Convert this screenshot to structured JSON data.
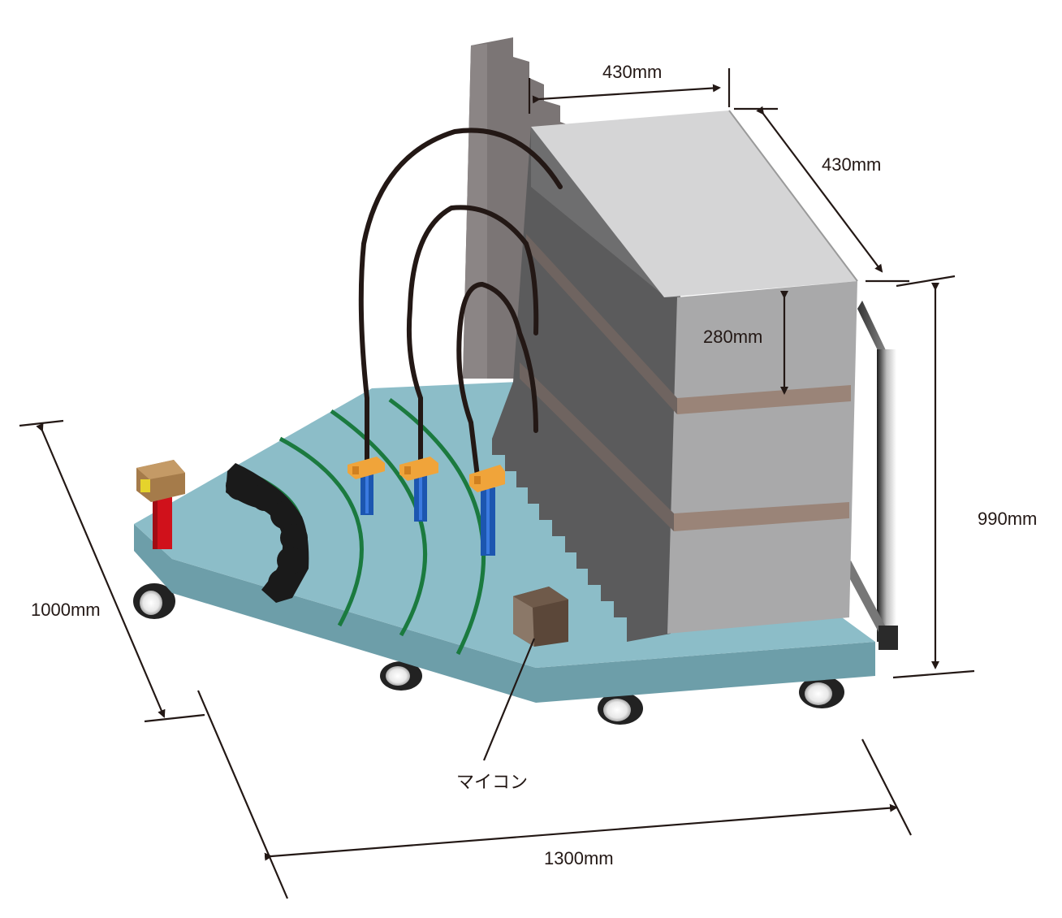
{
  "dimensions": {
    "top_width": "430mm",
    "top_depth": "430mm",
    "shelf_gap": "280mm",
    "total_height": "990mm",
    "base_width": "1000mm",
    "base_length": "1300mm"
  },
  "labels": {
    "microcontroller": "マイコン"
  },
  "colors": {
    "platform_top": "#8bbcc7",
    "platform_edge": "#6b9ca7",
    "rack_front": "#a9a9aa",
    "rack_top": "#d4d4d5",
    "rack_side": "#5a5a5b",
    "back_panel": "#7a7474",
    "shelf_band": "#9b8478",
    "cable": "#231815",
    "green_rails": "#1a7a3e",
    "sensor_body": "#1c56b0",
    "sensor_clamp": "#f0a43a",
    "microcontroller_box": "#5a4638",
    "red_post": "#d0101a",
    "camera_box": "#a07a4a"
  }
}
